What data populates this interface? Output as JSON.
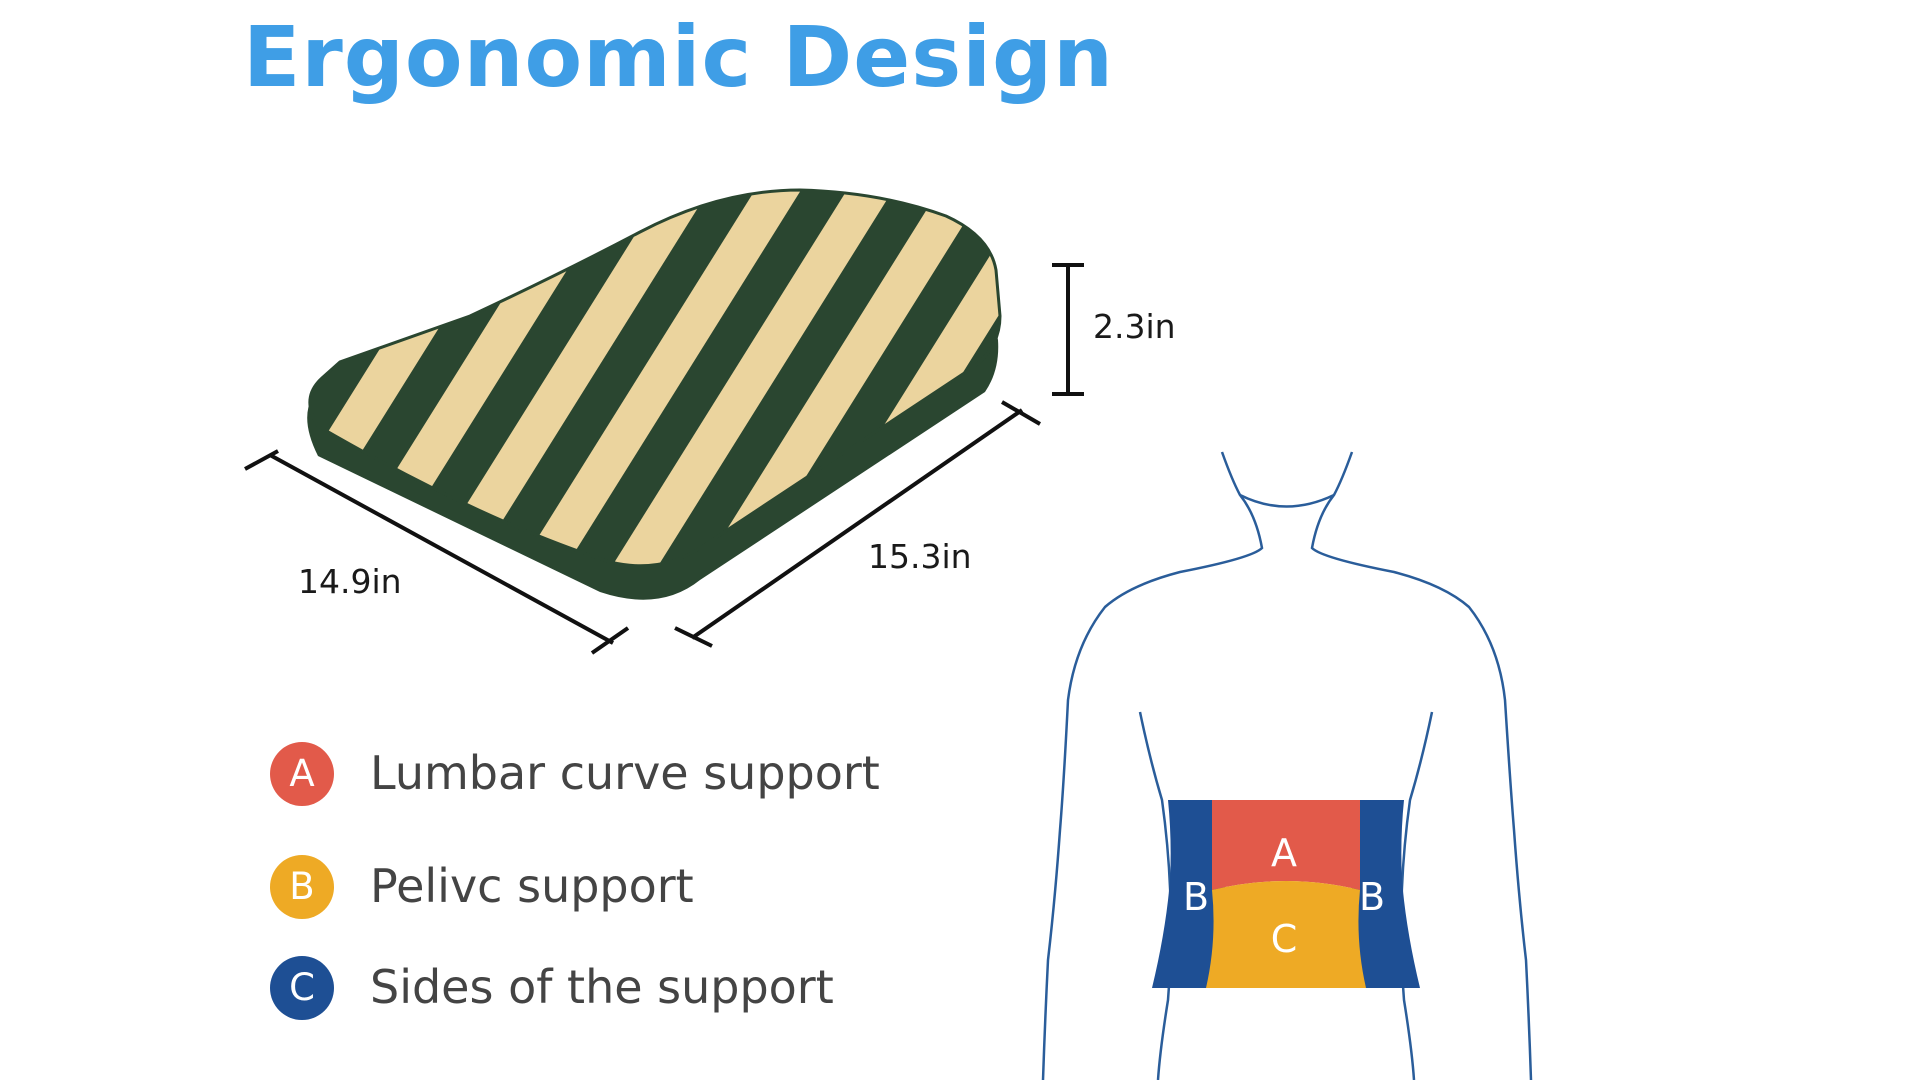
{
  "title": "Ergonomic Design",
  "colors": {
    "title": "#3f9ee6",
    "zone_a": "#e25a4a",
    "zone_b": "#1e4f94",
    "zone_c": "#eeaa25",
    "pillow_dark": "#2a4630",
    "pillow_light": "#ebd49e",
    "body_outline": "#2a5d9a"
  },
  "dimensions": {
    "height": "2.3in",
    "width": "14.9in",
    "depth": "15.3in"
  },
  "legend": [
    {
      "letter": "A",
      "label": "Lumbar curve support"
    },
    {
      "letter": "B",
      "label": "Pelivc support"
    },
    {
      "letter": "C",
      "label": "Sides of the support"
    }
  ],
  "zones": {
    "a": "A",
    "b_left": "B",
    "b_right": "B",
    "c": "C"
  }
}
